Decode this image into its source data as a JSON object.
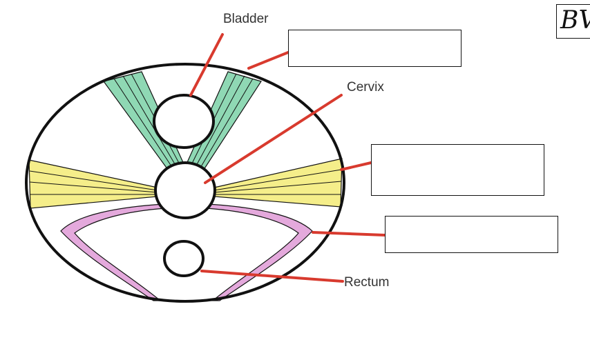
{
  "diagram": {
    "labels": {
      "bladder": "Bladder",
      "cervix": "Cervix",
      "rectum": "Rectum"
    },
    "answer_boxes": [
      "",
      "",
      ""
    ],
    "corner_badge": "BV",
    "colors": {
      "leader_line": "#d83a2e",
      "outline": "#111111",
      "green_band": "#8fd8b4",
      "yellow_band": "#f5ee8a",
      "pink_band": "#e4a9dc"
    }
  }
}
